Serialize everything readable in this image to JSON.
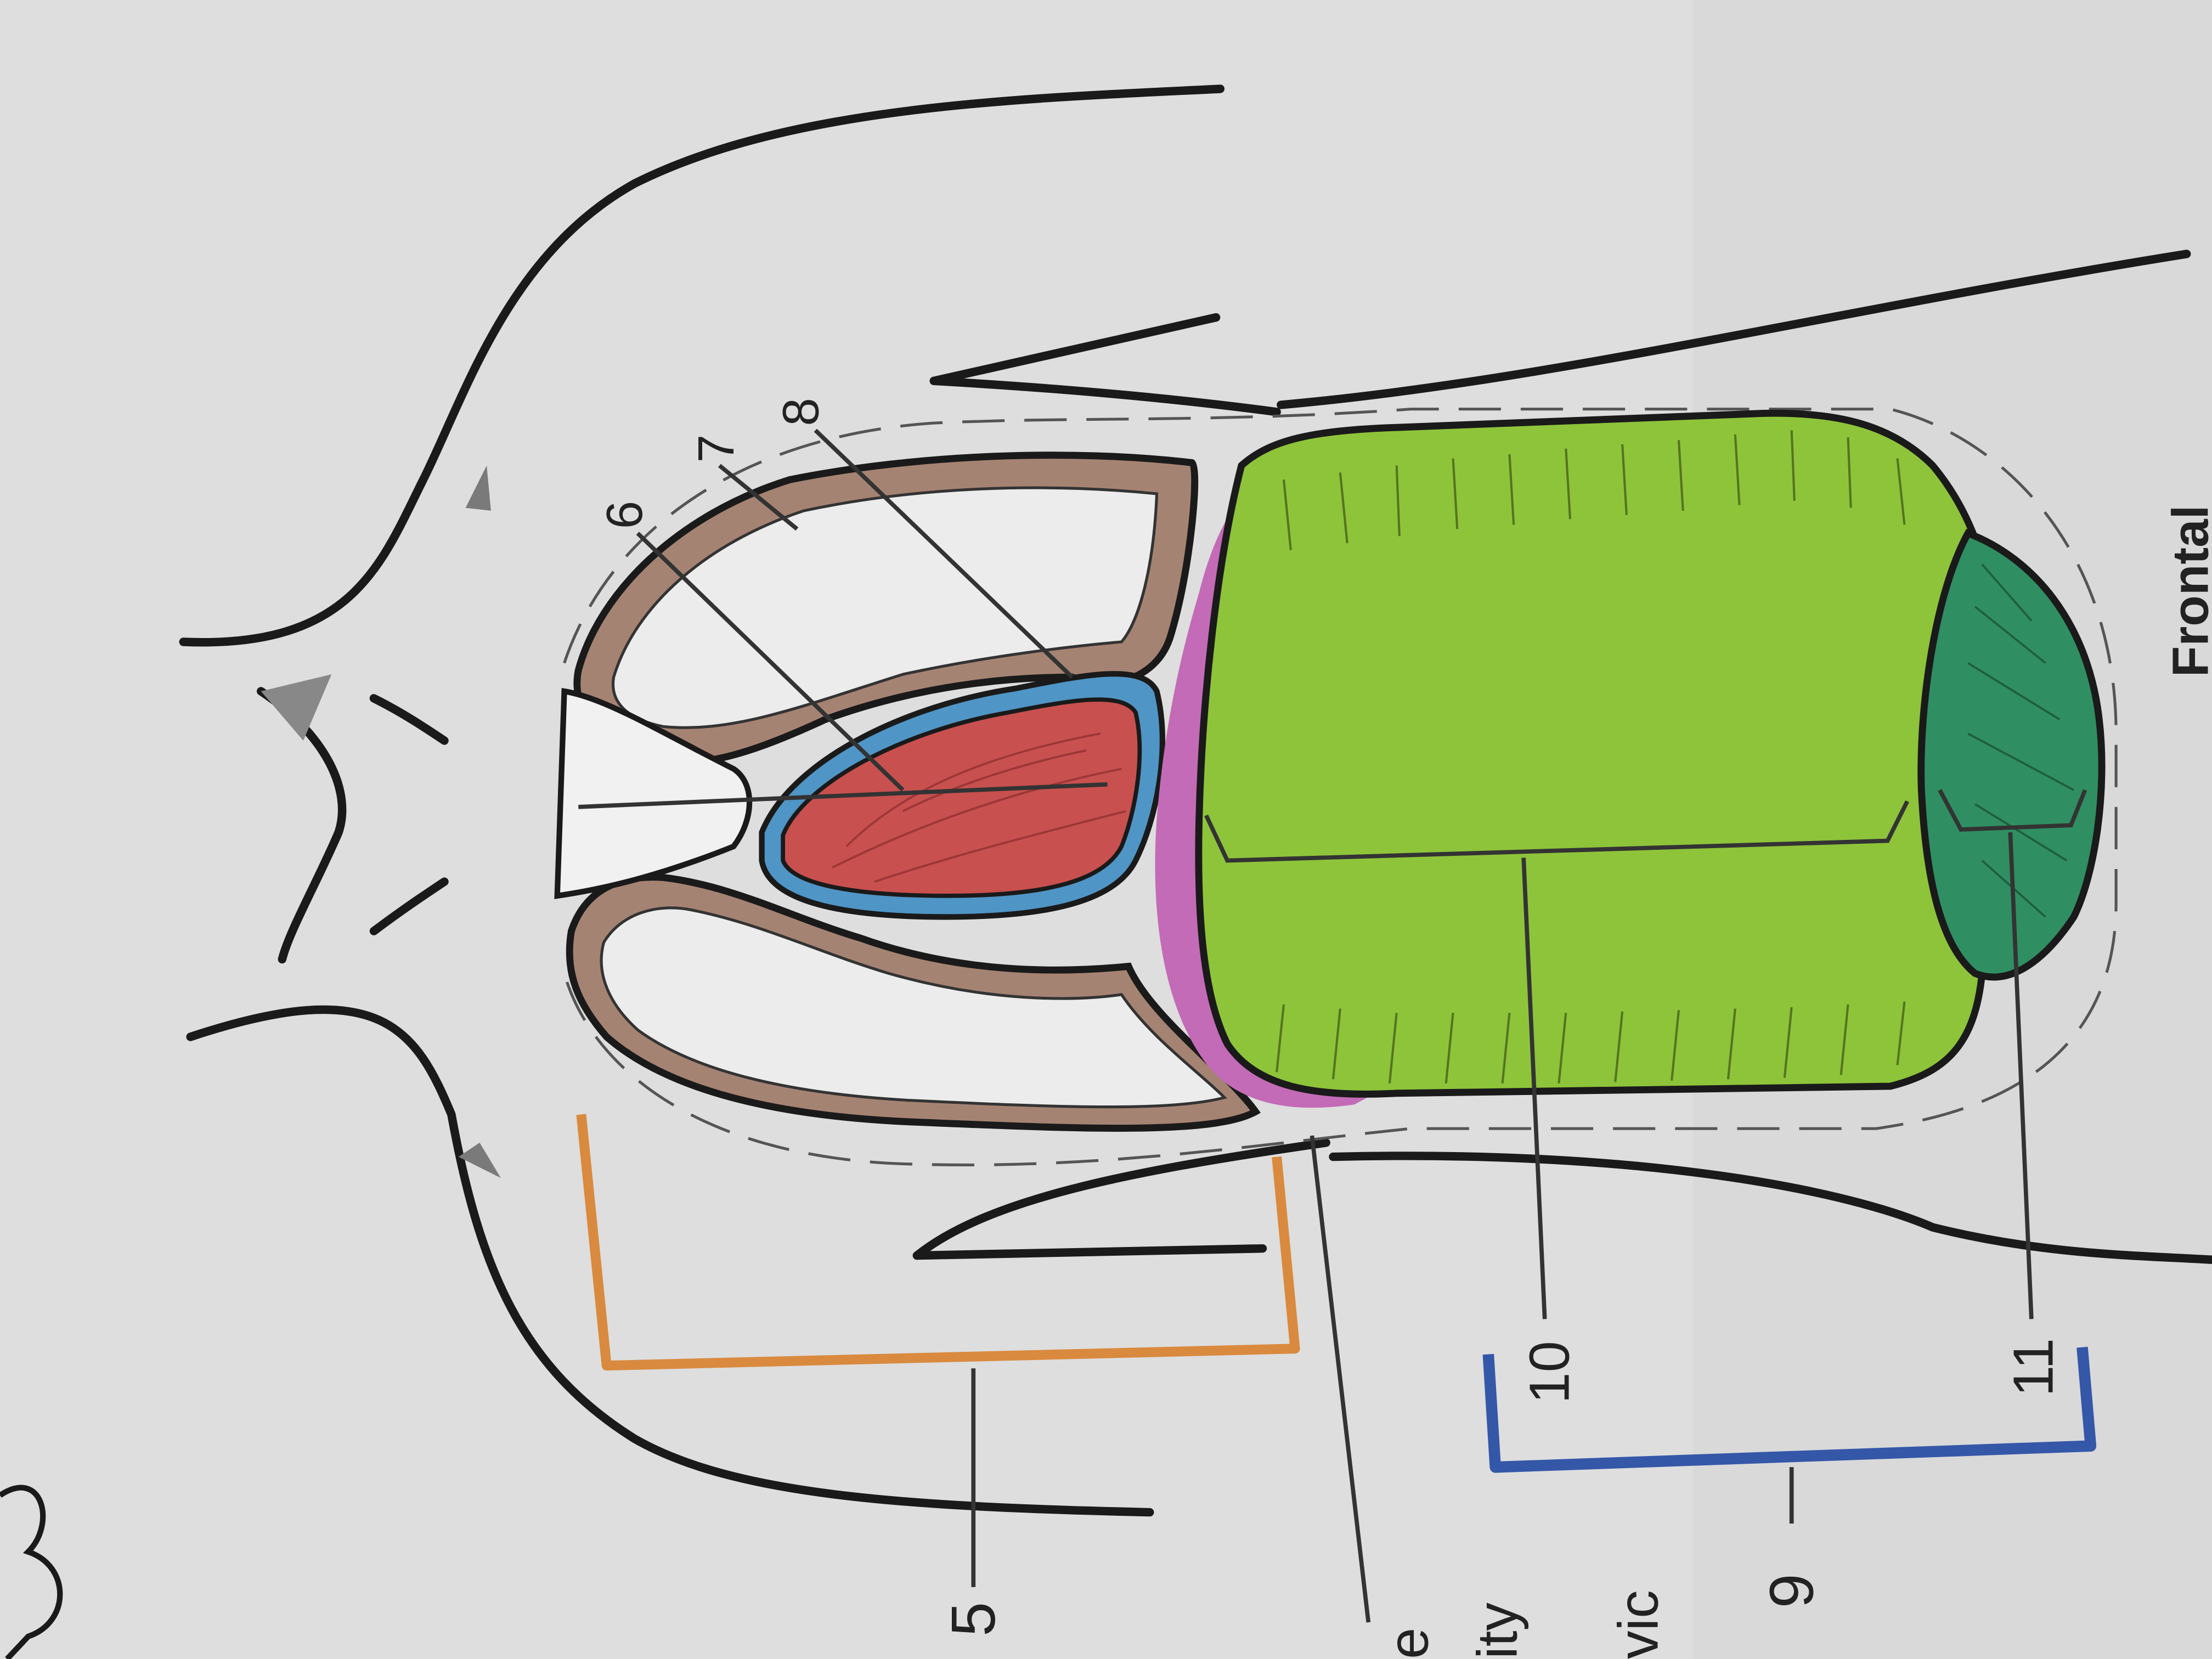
{
  "diagram": {
    "labels": {
      "n5": "5",
      "n6": "6",
      "n7": "7",
      "n8": "8",
      "n9": "9",
      "n10": "10",
      "n11": "11"
    },
    "edge_text": {
      "cut_1": "e",
      "cut_2": "ity",
      "cut_3": "vic",
      "cut_4": "Frontal"
    },
    "colors": {
      "paper": "#dcdcdc",
      "outline": "#1a1a1a",
      "pleura": "#a58373",
      "heart": "#c8504f",
      "pericardium": "#4f95c5",
      "diaphragm": "#c36bb6",
      "abdominal": "#8ec43a",
      "pelvic": "#2f8f62",
      "bracket_thoracic": "#d98a3e",
      "bracket_abdominopelvic": "#3557a8",
      "leader": "#333333"
    }
  }
}
